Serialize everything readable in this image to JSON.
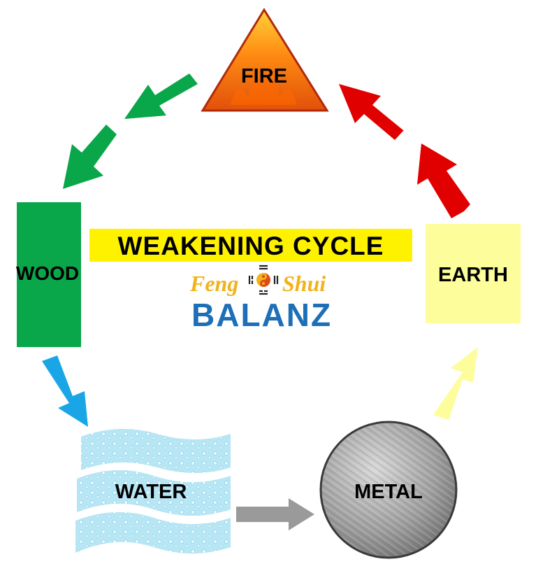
{
  "title": "WEAKENING CYCLE",
  "logo": {
    "line1_left": "Feng",
    "line1_right": "Shui",
    "line2": "BALANZ"
  },
  "elements": {
    "fire": "FIRE",
    "wood": "WOOD",
    "water": "WATER",
    "metal": "METAL",
    "earth": "EARTH"
  },
  "colors": {
    "fire_arrow": "#e10000",
    "wood_arrow": "#0aa64a",
    "water_arrow": "#1aa6e6",
    "metal_arrow": "#9a9a9a",
    "earth_arrow": "#fdfd9c",
    "wood_block": "#0aa64a",
    "earth_block": "#fdfd9c",
    "title_band": "#fff200"
  }
}
